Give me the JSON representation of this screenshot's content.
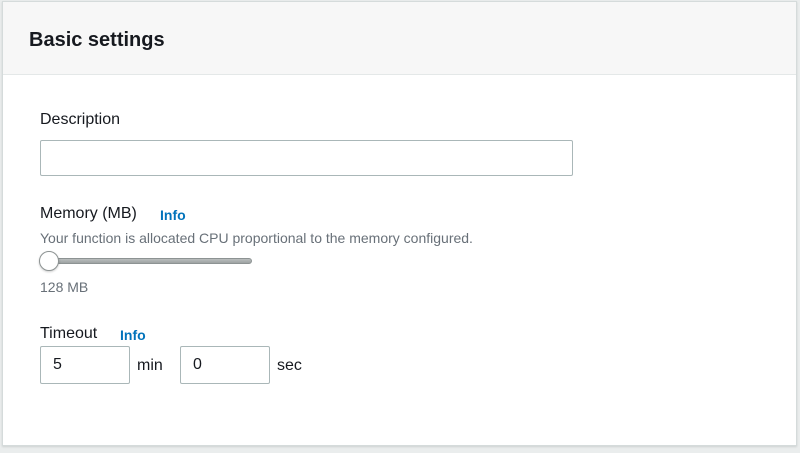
{
  "panel": {
    "title": "Basic settings"
  },
  "description": {
    "label": "Description",
    "value": "",
    "placeholder": ""
  },
  "memory": {
    "label": "Memory (MB)",
    "info_label": "Info",
    "hint": "Your function is allocated CPU proportional to the memory configured.",
    "value_label": "128 MB",
    "slider_fraction": 0.0
  },
  "timeout": {
    "label": "Timeout",
    "info_label": "Info",
    "minutes_value": "5",
    "minutes_unit": "min",
    "seconds_value": "0",
    "seconds_unit": "sec"
  },
  "colors": {
    "link": "#0073bb",
    "header_bg": "#f7f7f7",
    "border": "#aab7b8",
    "hint": "#687078"
  }
}
